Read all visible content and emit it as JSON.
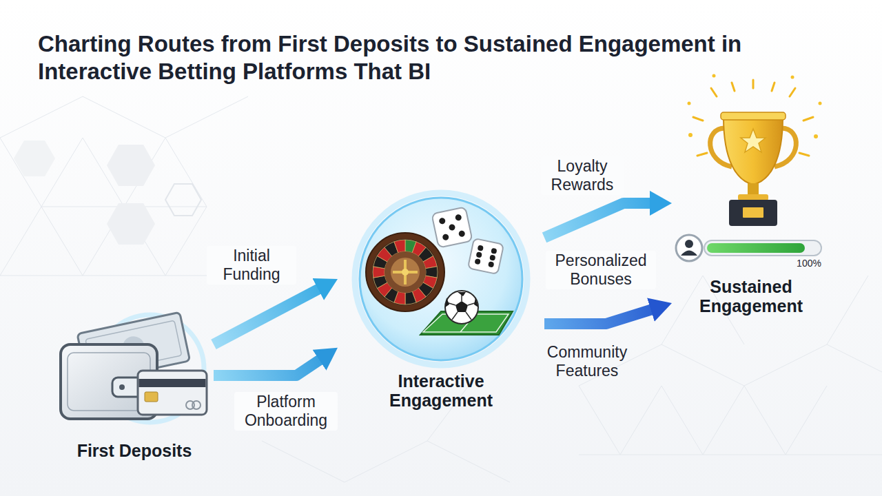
{
  "diagram": {
    "title": "Charting Routes from First Deposits to Sustained Engagement in Interactive Betting Platforms That BI",
    "nodes": [
      {
        "text": [
          "First Deposits"
        ]
      },
      {
        "text": [
          "Interactive Engagement"
        ]
      },
      {
        "text": [
          "Sustained Engagement"
        ]
      }
    ],
    "edges": [
      {
        "from": 0,
        "to": 1,
        "arrow": "to",
        "label": "Initial Funding"
      },
      {
        "from": 0,
        "to": 1,
        "arrow": "to",
        "label": "Platform Onboarding"
      },
      {
        "from": 1,
        "to": 2,
        "arrow": "to",
        "label": "Loyalty Rewards"
      },
      {
        "from": 1,
        "to": 2,
        "arrow": "to",
        "label": "Personalized Bonuses"
      }
    ],
    "labels": [
      "Community Features",
      "100%"
    ]
  }
}
